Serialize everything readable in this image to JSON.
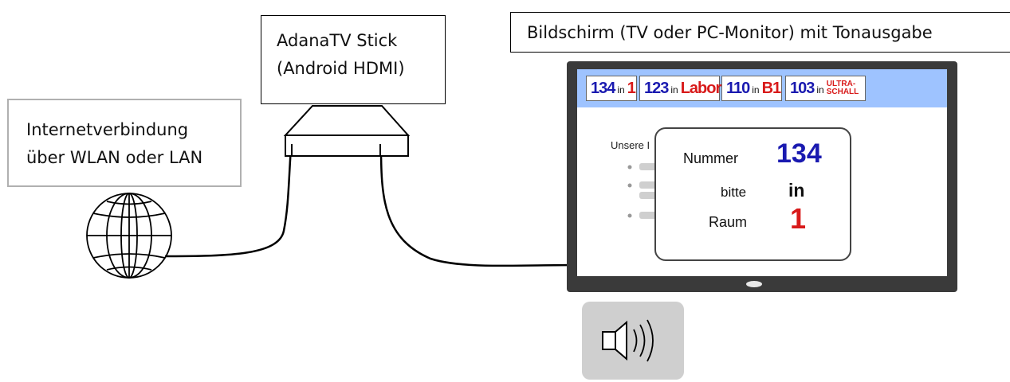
{
  "labels": {
    "internet": [
      "Internetverbindung",
      "über WLAN oder LAN"
    ],
    "stick": [
      "AdanaTV Stick",
      "(Android HDMI)"
    ],
    "screen": "Bildschirm (TV oder PC-Monitor) mit Tonausgabe"
  },
  "tv": {
    "chips": [
      {
        "number": "134",
        "in": "in",
        "dest": "1"
      },
      {
        "number": "123",
        "in": "in",
        "dest": "Labor"
      },
      {
        "number": "110",
        "in": "in",
        "dest": "B1"
      },
      {
        "number": "103",
        "in": "in",
        "dest_lines": [
          "ULTRA-",
          "SCHALL"
        ]
      }
    ],
    "background_text": "Unsere I",
    "popup": {
      "nummer_label": "Nummer",
      "nummer_value": "134",
      "bitte_label": "bitte",
      "in_value": "in",
      "raum_label": "Raum",
      "raum_value": "1"
    }
  },
  "colors": {
    "accent_blue": "#1a1ab0",
    "accent_red": "#d81a1a",
    "tv_bar": "#9ec3ff",
    "tv_bezel": "#3a3a3a",
    "speaker_bg": "#cfcfcf"
  },
  "icons": [
    "globe-icon",
    "hdmi-stick-icon",
    "tv-icon",
    "speaker-icon"
  ]
}
